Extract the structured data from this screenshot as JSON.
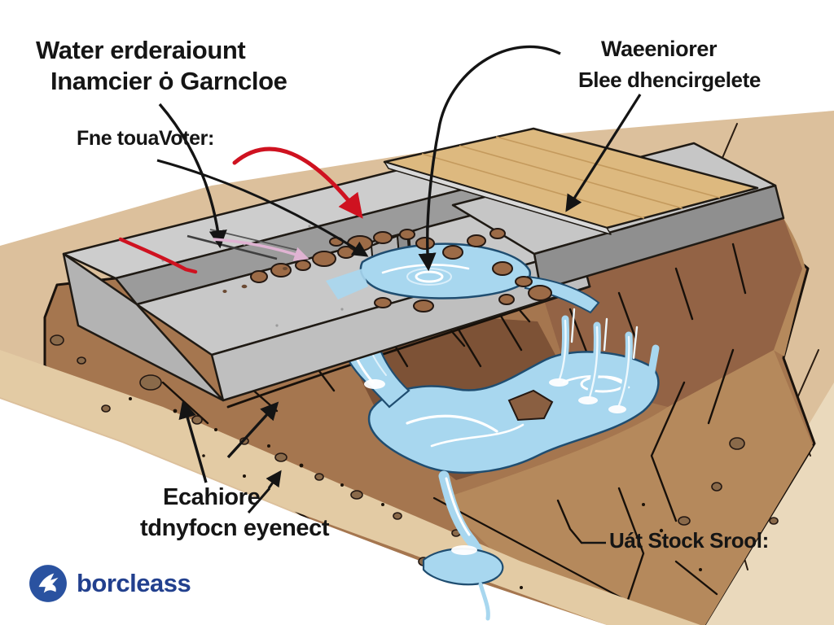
{
  "title": {
    "line1": "Water erderaiount",
    "line2": "Inamcier ȯ Garncloe"
  },
  "labels": {
    "surface_note": "Fne touaVoter:",
    "water_source_line1": "Waeeniorer",
    "water_source_line2": "Бlee dhencirgelete",
    "erosion_line1": "Ecahiore",
    "erosion_line2": "tdnyfocn eyenect",
    "soil_note": "Uát Stock Srool:"
  },
  "logo": {
    "text": "borcleass",
    "icon": "bird-icon",
    "circle_color": "#2a52a0",
    "text_color": "#22408e"
  },
  "colors": {
    "ground_beige": "#dcc09c",
    "ground_sand": "#e3cba4",
    "soil_brown": "#a5764f",
    "soil_light": "#b5895c",
    "soil_dark": "#8f6142",
    "pit_dark": "#7d5236",
    "concrete_light": "#cdcdcd",
    "concrete_mid": "#bfbfbf",
    "concrete_dark": "#8f8f8f",
    "wood": "#ddb97f",
    "water": "#a8d7ef",
    "water_outline": "#1f4d70",
    "outline": "#1f1a14",
    "arrow_black": "#141414",
    "arrow_red": "#cf1220",
    "arrow_pink": "#dfb3d2",
    "text": "#151515"
  }
}
